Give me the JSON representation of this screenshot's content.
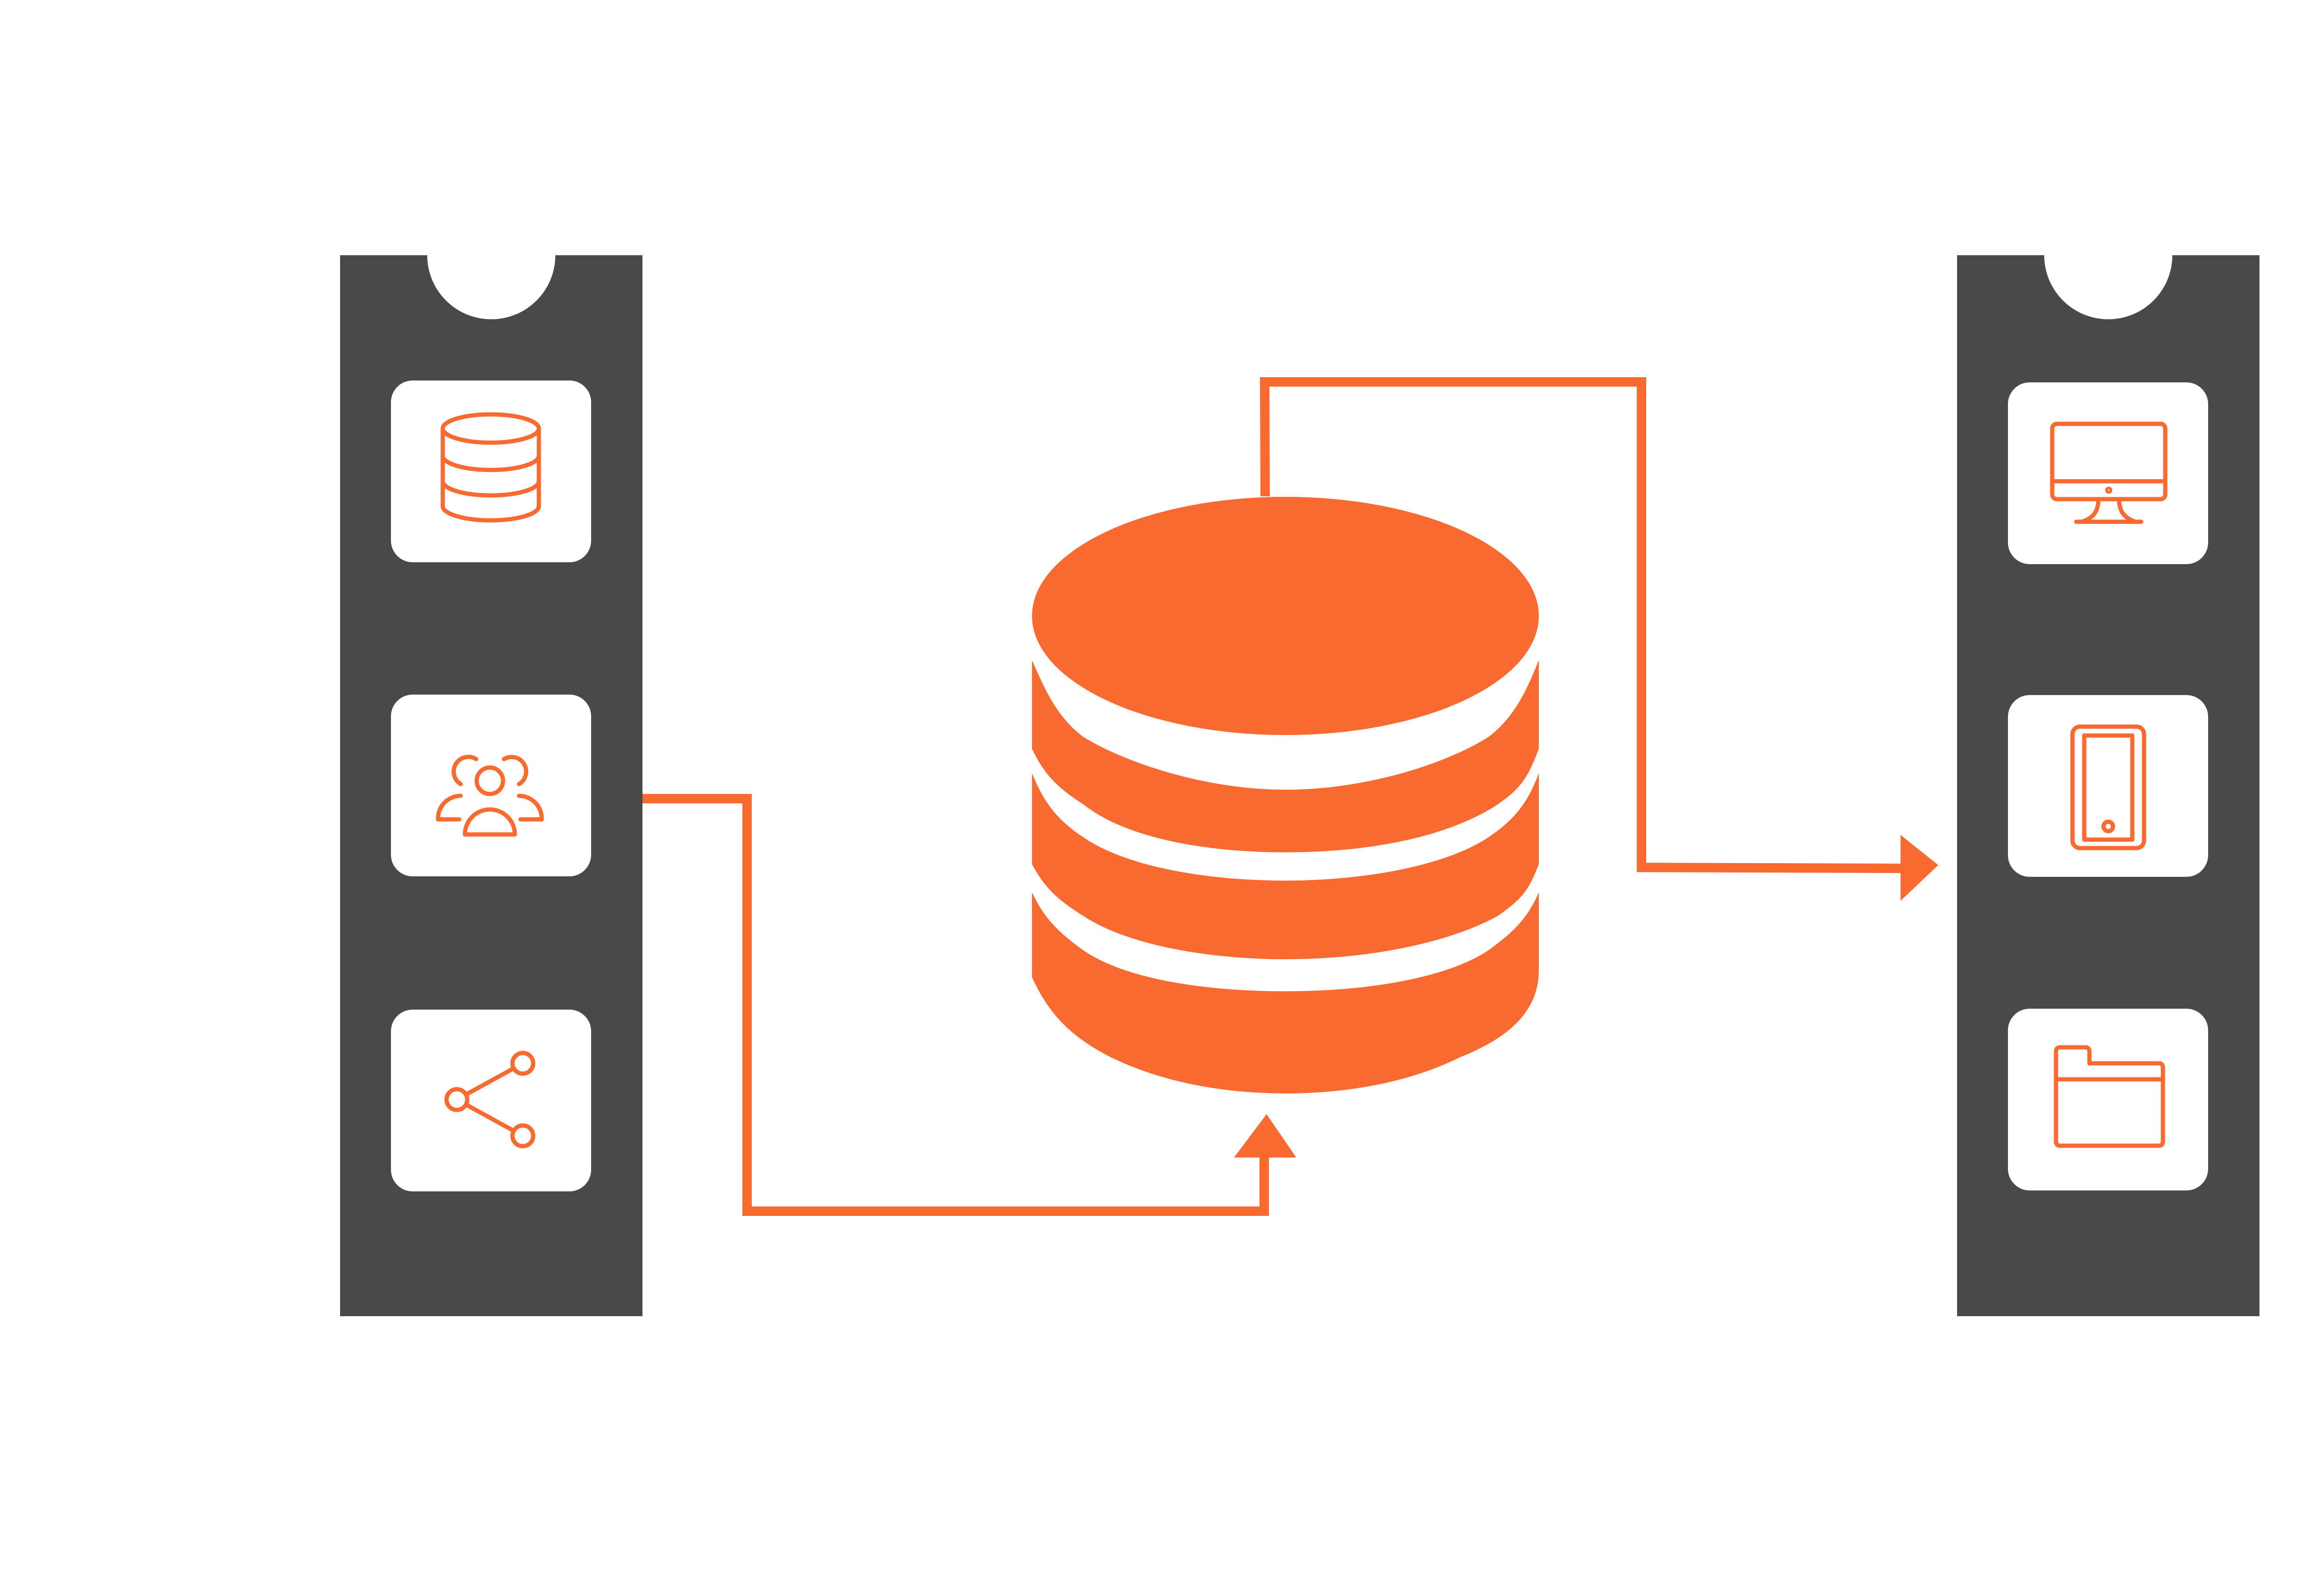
{
  "colors": {
    "accent": "#f96a31",
    "panel": "#494949",
    "tile": "#ffffff",
    "background": "#ffffff"
  },
  "left_panel": {
    "tiles": [
      {
        "icon": "database-icon"
      },
      {
        "icon": "users-group-icon"
      },
      {
        "icon": "share-network-icon"
      }
    ]
  },
  "center": {
    "icon": "database-stack-icon"
  },
  "right_panel": {
    "tiles": [
      {
        "icon": "desktop-monitor-icon"
      },
      {
        "icon": "mobile-phone-icon"
      },
      {
        "icon": "folder-icon"
      }
    ]
  },
  "connectors": [
    {
      "from": "left-panel",
      "to": "central-database"
    },
    {
      "from": "central-database",
      "to": "right-panel"
    }
  ]
}
